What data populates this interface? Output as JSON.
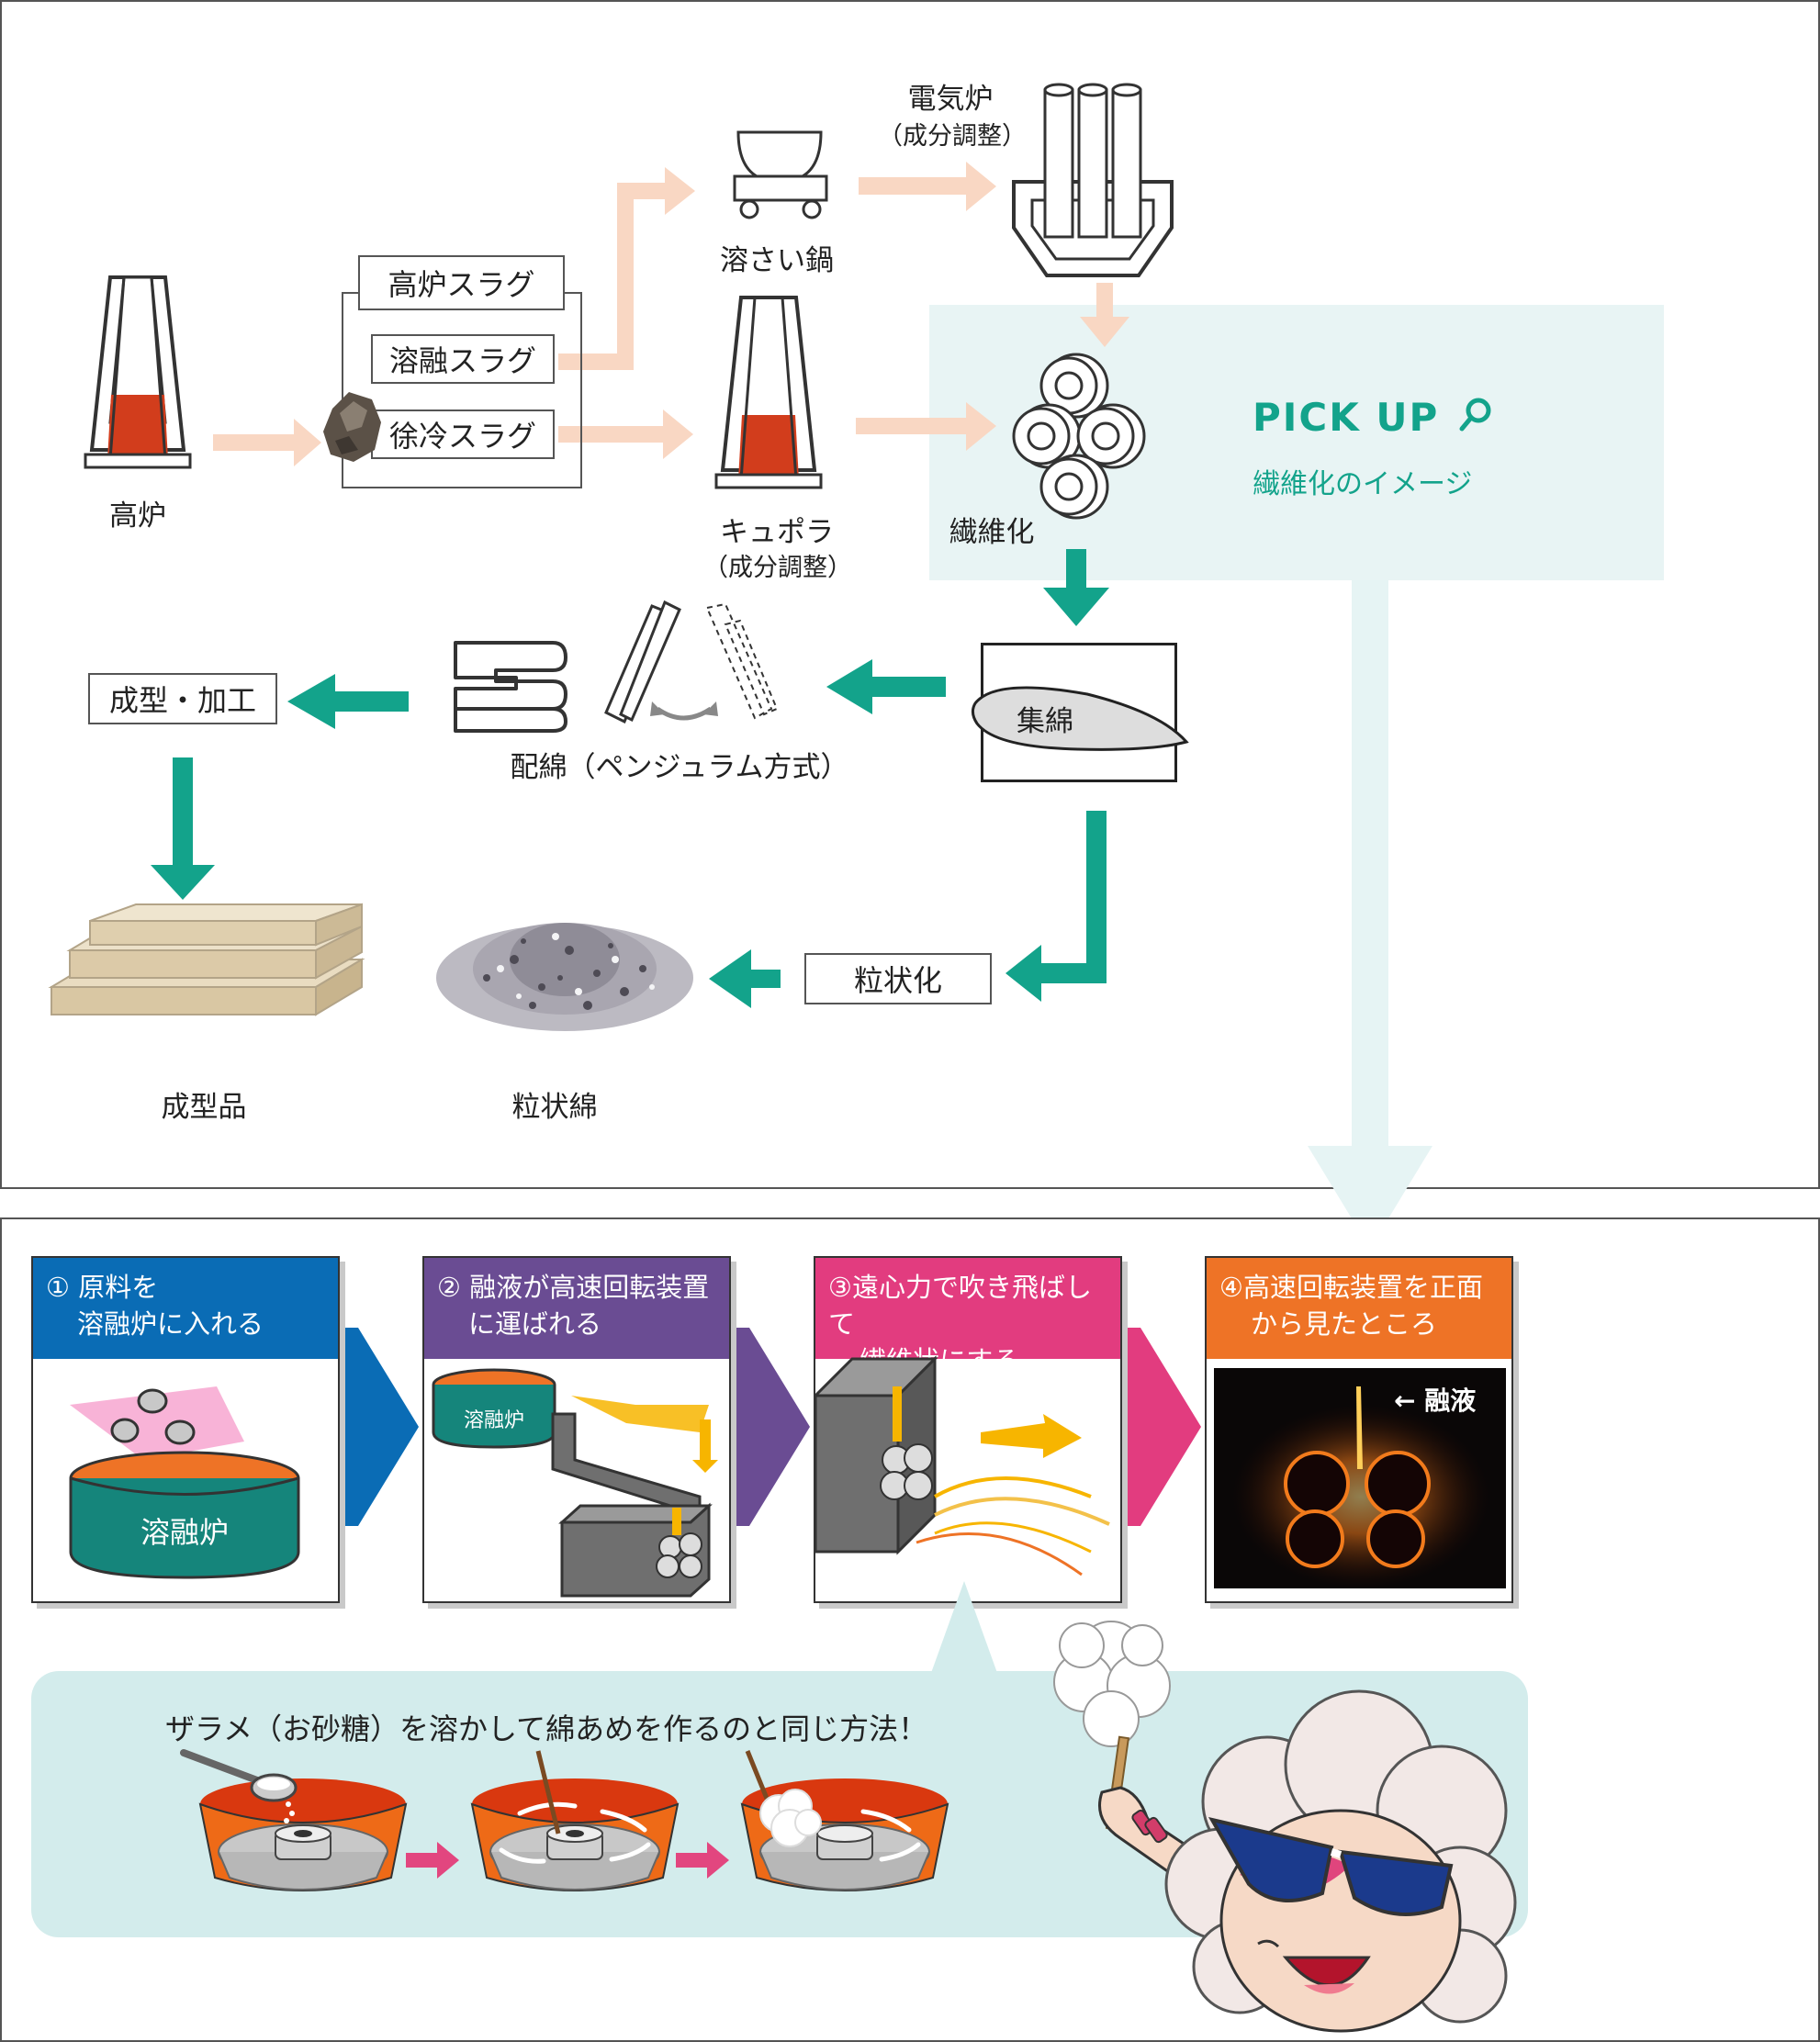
{
  "flow": {
    "blast_furnace": "高炉",
    "slag_group_title": "高炉スラグ",
    "molten_slag": "溶融スラグ",
    "cooled_slag": "徐冷スラグ",
    "ladle": "溶さい鍋",
    "electric_furnace": "電気炉",
    "electric_furnace_note": "（成分調整）",
    "cupola": "キュポラ",
    "cupola_note": "（成分調整）",
    "fiberization": "繊維化",
    "collection": "集綿",
    "pendulum": "配綿（ペンジュラム方式）",
    "forming": "成型・加工",
    "molded_product": "成型品",
    "granulation": "粒状化",
    "granular_wool": "粒状綿"
  },
  "pickup": {
    "title": "PICK UP",
    "subtitle": "繊維化のイメージ"
  },
  "steps": [
    {
      "line1": "① 原料を",
      "line2": "溶融炉に入れる",
      "color": "#0a6cb5",
      "furnace_label": "溶融炉"
    },
    {
      "line1": "② 融液が高速回転装置",
      "line2": "に運ばれる",
      "color": "#6a4c93",
      "furnace_label": "溶融炉"
    },
    {
      "line1": "③遠心力で吹き飛ばして",
      "line2": "繊維状にする",
      "color": "#e23c7f"
    },
    {
      "line1": "④高速回転装置を正面",
      "line2": "から見たところ",
      "color": "#ee7326",
      "photo_label": "融液"
    }
  ],
  "analogy": {
    "text": "ザラメ（お砂糖）を溶かして綿あめを作るのと同じ方法！"
  },
  "colors": {
    "teal": "#13a38b",
    "peach": "#f9d7c3",
    "pickup_bg": "#e8f4f4",
    "analogy_bg": "#d3ecec"
  }
}
